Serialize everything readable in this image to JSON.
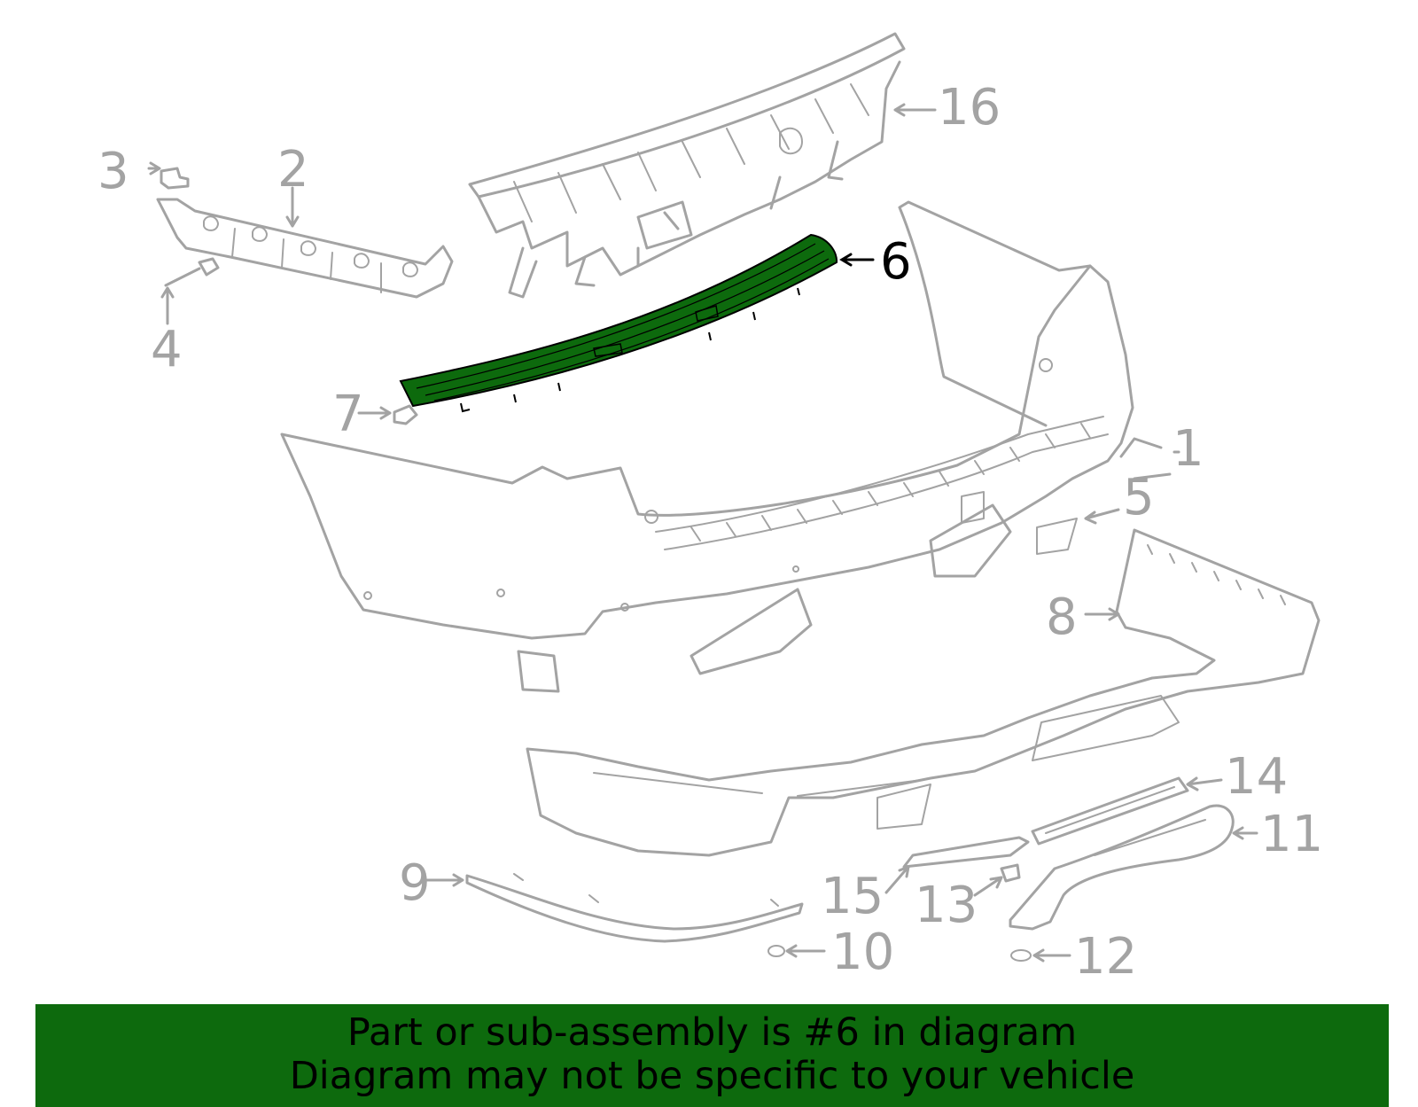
{
  "diagram": {
    "highlight_color": "#0d6a0d",
    "callouts": [
      {
        "id": "1",
        "label": "1"
      },
      {
        "id": "2",
        "label": "2"
      },
      {
        "id": "3",
        "label": "3"
      },
      {
        "id": "4",
        "label": "4"
      },
      {
        "id": "5",
        "label": "5"
      },
      {
        "id": "6",
        "label": "6",
        "highlighted": true
      },
      {
        "id": "7",
        "label": "7"
      },
      {
        "id": "8",
        "label": "8"
      },
      {
        "id": "9",
        "label": "9"
      },
      {
        "id": "10",
        "label": "10"
      },
      {
        "id": "11",
        "label": "11"
      },
      {
        "id": "12",
        "label": "12"
      },
      {
        "id": "13",
        "label": "13"
      },
      {
        "id": "14",
        "label": "14"
      },
      {
        "id": "15",
        "label": "15"
      },
      {
        "id": "16",
        "label": "16"
      }
    ]
  },
  "banner": {
    "line1": "Part or sub-assembly is #6 in diagram",
    "line2": "Diagram may not be specific to your vehicle",
    "background": "#0d6a0d"
  }
}
